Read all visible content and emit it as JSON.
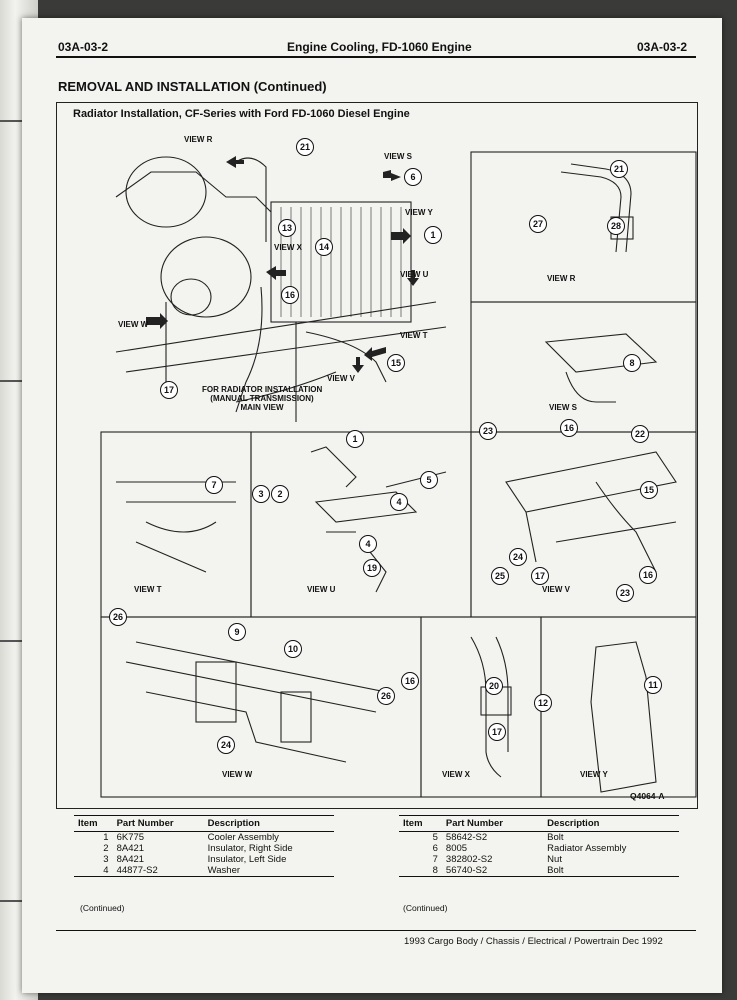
{
  "header": {
    "section_left": "03A-03-2",
    "title": "Engine Cooling, FD-1060 Engine",
    "section_right": "03A-03-2"
  },
  "section_title": "REMOVAL AND INSTALLATION (Continued)",
  "figure": {
    "title": "Radiator Installation, CF-Series with Ford FD-1060 Diesel Engine",
    "main_caption": [
      "FOR RADIATOR INSTALLATION",
      "(MANUAL TRANSMISSION)",
      "MAIN VIEW"
    ],
    "arrow_labels": [
      "VIEW R",
      "VIEW S",
      "VIEW Y",
      "VIEW X",
      "VIEW U",
      "VIEW W",
      "VIEW T",
      "VIEW V"
    ],
    "view_captions": {
      "r": "VIEW R",
      "s": "VIEW S",
      "t": "VIEW T",
      "u": "VIEW U",
      "v": "VIEW V",
      "w": "VIEW W",
      "x": "VIEW X",
      "y": "VIEW Y"
    },
    "figure_id": "Q4064-A",
    "callouts": {
      "main": [
        "21",
        "6",
        "13",
        "14",
        "1",
        "16",
        "15",
        "17"
      ],
      "r": [
        "21",
        "27",
        "28"
      ],
      "s": [
        "8"
      ],
      "u": [
        "1",
        "5",
        "3",
        "2",
        "4",
        "4",
        "19"
      ],
      "t": [
        "7"
      ],
      "v": [
        "23",
        "16",
        "22",
        "15",
        "24",
        "25",
        "17",
        "16",
        "23"
      ],
      "w": [
        "26",
        "9",
        "10",
        "26",
        "24"
      ],
      "x": [
        "16",
        "20",
        "17"
      ],
      "y": [
        "11",
        "12"
      ]
    }
  },
  "tables": [
    {
      "headers": [
        "Item",
        "Part Number",
        "Description"
      ],
      "rows": [
        [
          "1",
          "6K775",
          "Cooler Assembly"
        ],
        [
          "2",
          "8A421",
          "Insulator, Right Side"
        ],
        [
          "3",
          "8A421",
          "Insulator, Left Side"
        ],
        [
          "4",
          "44877-S2",
          "Washer"
        ]
      ],
      "continued": "(Continued)"
    },
    {
      "headers": [
        "Item",
        "Part Number",
        "Description"
      ],
      "rows": [
        [
          "5",
          "58642-S2",
          "Bolt"
        ],
        [
          "6",
          "8005",
          "Radiator Assembly"
        ],
        [
          "7",
          "382802-S2",
          "Nut"
        ],
        [
          "8",
          "56740-S2",
          "Bolt"
        ]
      ],
      "continued": "(Continued)"
    }
  ],
  "footer": "1993 Cargo Body / Chassis / Electrical / Powertrain Dec 1992"
}
